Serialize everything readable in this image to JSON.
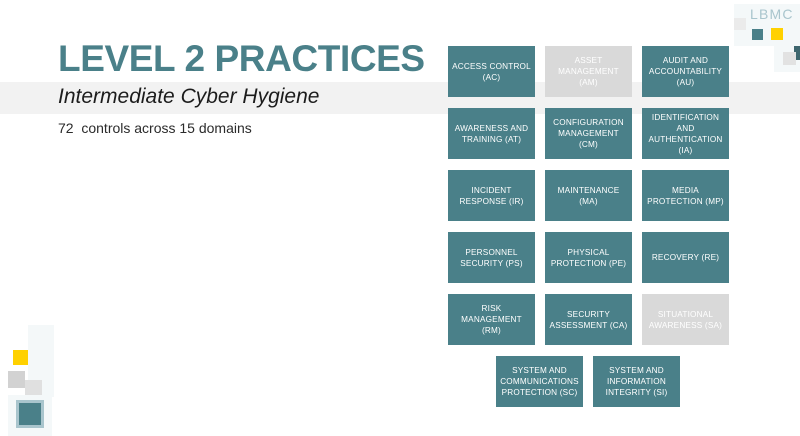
{
  "slide": {
    "title": "LEVEL 2 PRACTICES",
    "subtitle": "Intermediate Cyber Hygiene",
    "summary": "72  controls across 15 domains"
  },
  "brand": {
    "logo_text": "LBMC",
    "accent_teal": "#4a8089",
    "accent_yellow": "#ffd100",
    "accent_gray": "#d9d9d9",
    "logo_text_color": "#a9c5cd",
    "band_color": "#f2f2f2"
  },
  "domains": [
    {
      "label": "ACCESS CONTROL (AC)",
      "state": "teal"
    },
    {
      "label": "ASSET MANAGEMENT (AM)",
      "state": "gray"
    },
    {
      "label": "AUDIT AND ACCOUNTABILITY (AU)",
      "state": "teal"
    },
    {
      "label": "AWARENESS AND TRAINING (AT)",
      "state": "teal"
    },
    {
      "label": "CONFIGURATION MANAGEMENT (CM)",
      "state": "teal"
    },
    {
      "label": "IDENTIFICATION AND AUTHENTICATION (IA)",
      "state": "teal"
    },
    {
      "label": "INCIDENT RESPONSE (IR)",
      "state": "teal"
    },
    {
      "label": "MAINTENANCE (MA)",
      "state": "teal"
    },
    {
      "label": "MEDIA PROTECTION (MP)",
      "state": "teal"
    },
    {
      "label": "PERSONNEL SECURITY (PS)",
      "state": "teal"
    },
    {
      "label": "PHYSICAL PROTECTION (PE)",
      "state": "teal"
    },
    {
      "label": "RECOVERY (RE)",
      "state": "teal"
    },
    {
      "label": "RISK MANAGEMENT (RM)",
      "state": "teal"
    },
    {
      "label": "SECURITY ASSESSMENT (CA)",
      "state": "teal"
    },
    {
      "label": "SITUATIONAL AWARENESS (SA)",
      "state": "gray"
    },
    {
      "label": "SYSTEM AND COMMUNICATIONS PROTECTION (SC)",
      "state": "teal"
    },
    {
      "label": "SYSTEM AND INFORMATION INTEGRITY (SI)",
      "state": "teal"
    }
  ]
}
